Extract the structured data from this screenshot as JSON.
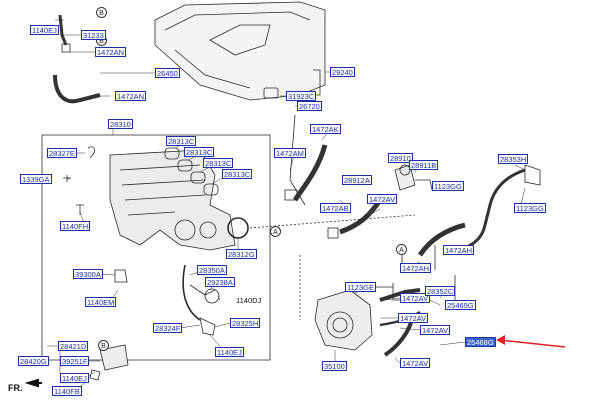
{
  "diagram": {
    "callout_symbols": [
      "B",
      "A"
    ],
    "direction_label": "FR.",
    "accent_color": "#e02020",
    "highlight_color": "#3b63d6",
    "labels": [
      "1140EJ",
      "31233",
      "1472AN",
      "26450",
      "1472AN",
      "29240",
      "31923C",
      "26720",
      "28310",
      "28313C",
      "28313C",
      "28313C",
      "28313C",
      "28327E",
      "1339GA",
      "1140FH",
      "28312G",
      "1472AM",
      "1472AK",
      "28912A",
      "1472AB",
      "1472AV",
      "28910",
      "28911B",
      "1123GG",
      "28353H",
      "1123GG",
      "1472AH",
      "1472AH",
      "28350A",
      "29238A",
      "1140DJ",
      "28325H",
      "28324F",
      "1140EJ",
      "39300A",
      "1140EM",
      "1123GE",
      "1472AV",
      "28352C",
      "25469G",
      "1472AV",
      "1472AV",
      "25468G",
      "1472AV",
      "35100",
      "28421D",
      "28420G",
      "39251F",
      "1140EJ",
      "1140FB"
    ],
    "plain_texts": [
      "1140DJ"
    ]
  }
}
